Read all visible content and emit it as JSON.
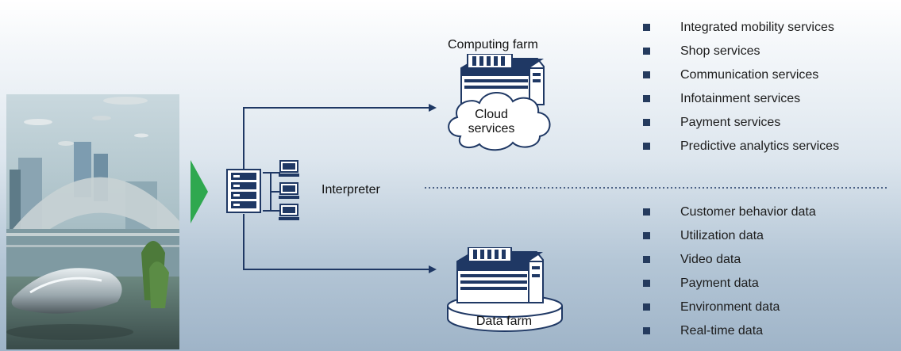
{
  "computing_farm": {
    "title": "Computing farm",
    "cloud_label_line1": "Cloud",
    "cloud_label_line2": "services"
  },
  "interpreter": {
    "label": "Interpreter"
  },
  "data_farm": {
    "label": "Data farm"
  },
  "services": [
    "Integrated mobility services",
    "Shop services",
    "Communication services",
    "Infotainment services",
    "Payment services",
    "Predictive analytics services"
  ],
  "data_types": [
    "Customer behavior data",
    "Utilization data",
    "Video data",
    "Payment data",
    "Environment data",
    "Real-time data"
  ],
  "colors": {
    "arrow": "#2fa84f",
    "icon": "#1f3864",
    "bullet": "#253b5e"
  }
}
